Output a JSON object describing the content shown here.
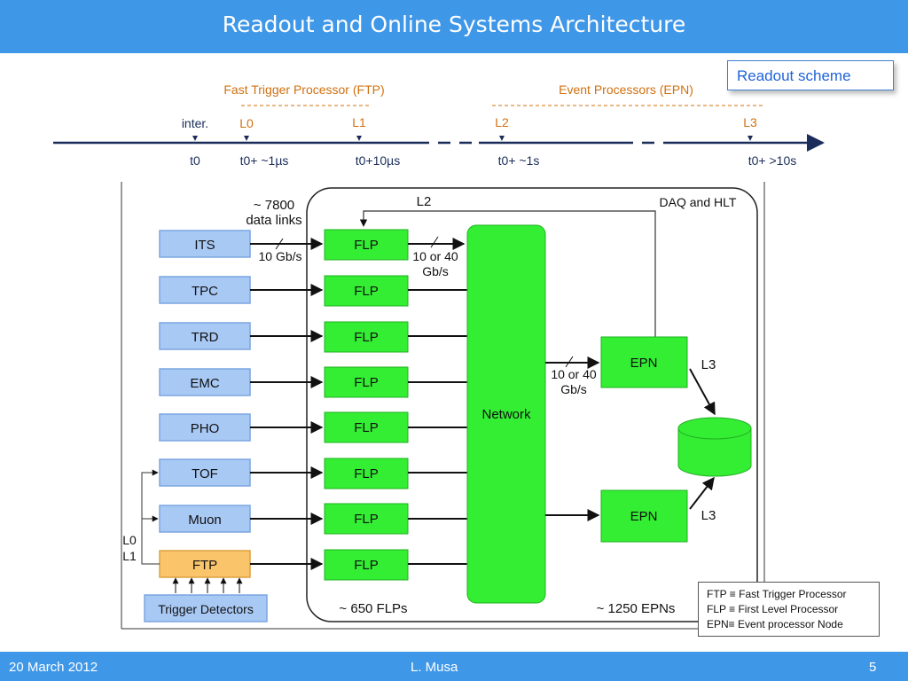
{
  "slide": {
    "title": "Readout and Online Systems Architecture",
    "footer_date": "20 March 2012",
    "footer_author": "L. Musa",
    "footer_page": "5",
    "callout": "Readout scheme"
  },
  "colors": {
    "bar": "#3f97e8",
    "orange": "#d0700f",
    "green": "#33ee33",
    "blue_box": "#a9c9f5",
    "ftp_box": "#f9c46a"
  },
  "timeline": {
    "ftp_label": "Fast Trigger Processor (FTP)",
    "epn_label": "Event Processors (EPN)",
    "markers": [
      {
        "label": "inter.",
        "time": "t0"
      },
      {
        "label": "L0",
        "time": "t0+ ~1µs"
      },
      {
        "label": "L1",
        "time": "t0+10µs"
      },
      {
        "label": "L2",
        "time": "t0+ ~1s"
      },
      {
        "label": "L3",
        "time": "t0+ >10s"
      }
    ]
  },
  "diagram": {
    "data_links": "~ 7800",
    "data_links_2": "data links",
    "link_speed": "10 Gb/s",
    "speed_1": "10 or 40",
    "speed_1b": "Gb/s",
    "speed_2": "10 or 40",
    "speed_2b": "Gb/s",
    "daq_label": "DAQ and HLT",
    "l2_feedback": "L2",
    "l3_top": "L3",
    "l3_bottom": "L3",
    "trigger_l0": "L0",
    "trigger_l1": "L1",
    "network": "Network",
    "flp_count": "~ 650 FLPs",
    "epn_count": "~ 1250 EPNs",
    "detectors": [
      "ITS",
      "TPC",
      "TRD",
      "EMC",
      "PHO",
      "TOF",
      "Muon",
      "FTP"
    ],
    "trigger_detectors": "Trigger Detectors",
    "flps": [
      "FLP",
      "FLP",
      "FLP",
      "FLP",
      "FLP",
      "FLP",
      "FLP",
      "FLP"
    ],
    "epns": [
      "EPN",
      "EPN"
    ]
  },
  "legend": [
    "FTP ≡ Fast Trigger Processor",
    "FLP ≡ First Level Processor",
    "EPN≡ Event processor Node"
  ]
}
